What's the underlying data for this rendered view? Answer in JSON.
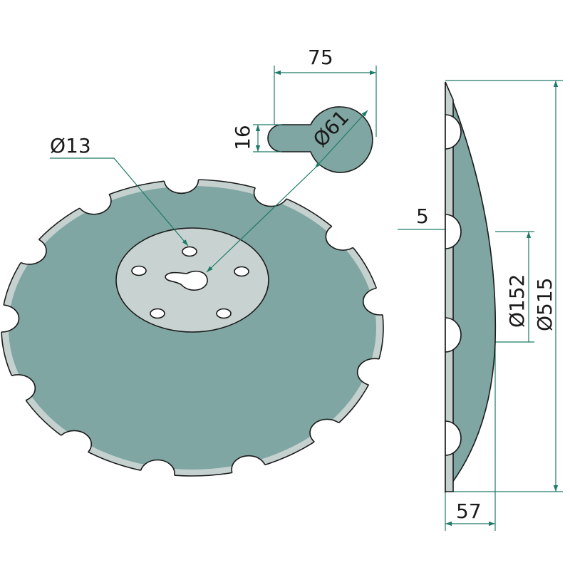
{
  "colors": {
    "disc": "#7fa6a2",
    "bevel": "#c5d1cf",
    "hub": "#c8d3d1",
    "dimension": "#1e7a68"
  },
  "dimensions": {
    "keyhole_width": "75",
    "keyhole_tab": "16",
    "keyhole_diameter": "Ø61",
    "bolt_hole": "Ø13",
    "thickness": "5",
    "hub_diameter": "Ø152",
    "disc_diameter": "Ø515",
    "concavity": "57"
  },
  "notch_count": 13
}
